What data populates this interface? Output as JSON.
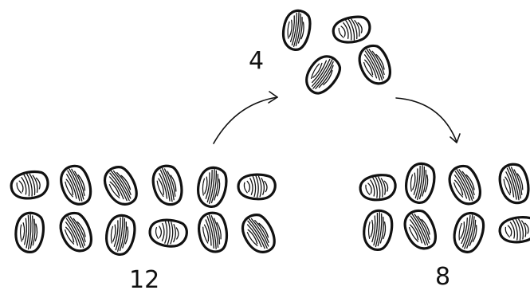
{
  "labels": {
    "top": "4",
    "left": "12",
    "right": "8"
  },
  "colors": {
    "ink": "#111111",
    "background": "#ffffff"
  },
  "groups": {
    "top_count": 4,
    "left_count": 12,
    "right_count": 8
  }
}
